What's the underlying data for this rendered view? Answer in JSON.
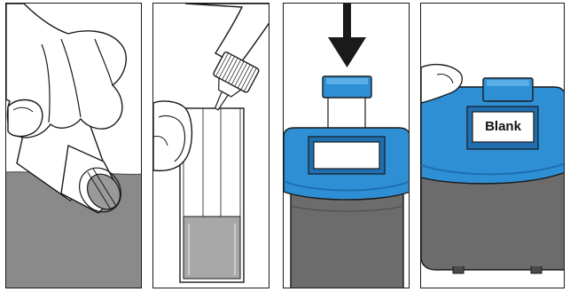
{
  "panels": [
    {
      "step": 1,
      "illustration": "rinse-bottle-in-water"
    },
    {
      "step": 2,
      "illustration": "fill-cuvette-from-dropper"
    },
    {
      "step": 3,
      "illustration": "insert-cuvette-into-meter"
    },
    {
      "step": 4,
      "illustration": "press-blank-key"
    }
  ],
  "display": {
    "label": "Blank"
  },
  "colors": {
    "outline": "#1a1a1a",
    "meter_blue": "#2f8fd4",
    "meter_blue_dark": "#1f6fb0",
    "meter_body_gray": "#6c6c6c",
    "water_gray": "#8a8a8a",
    "screen": "#ffffff"
  }
}
